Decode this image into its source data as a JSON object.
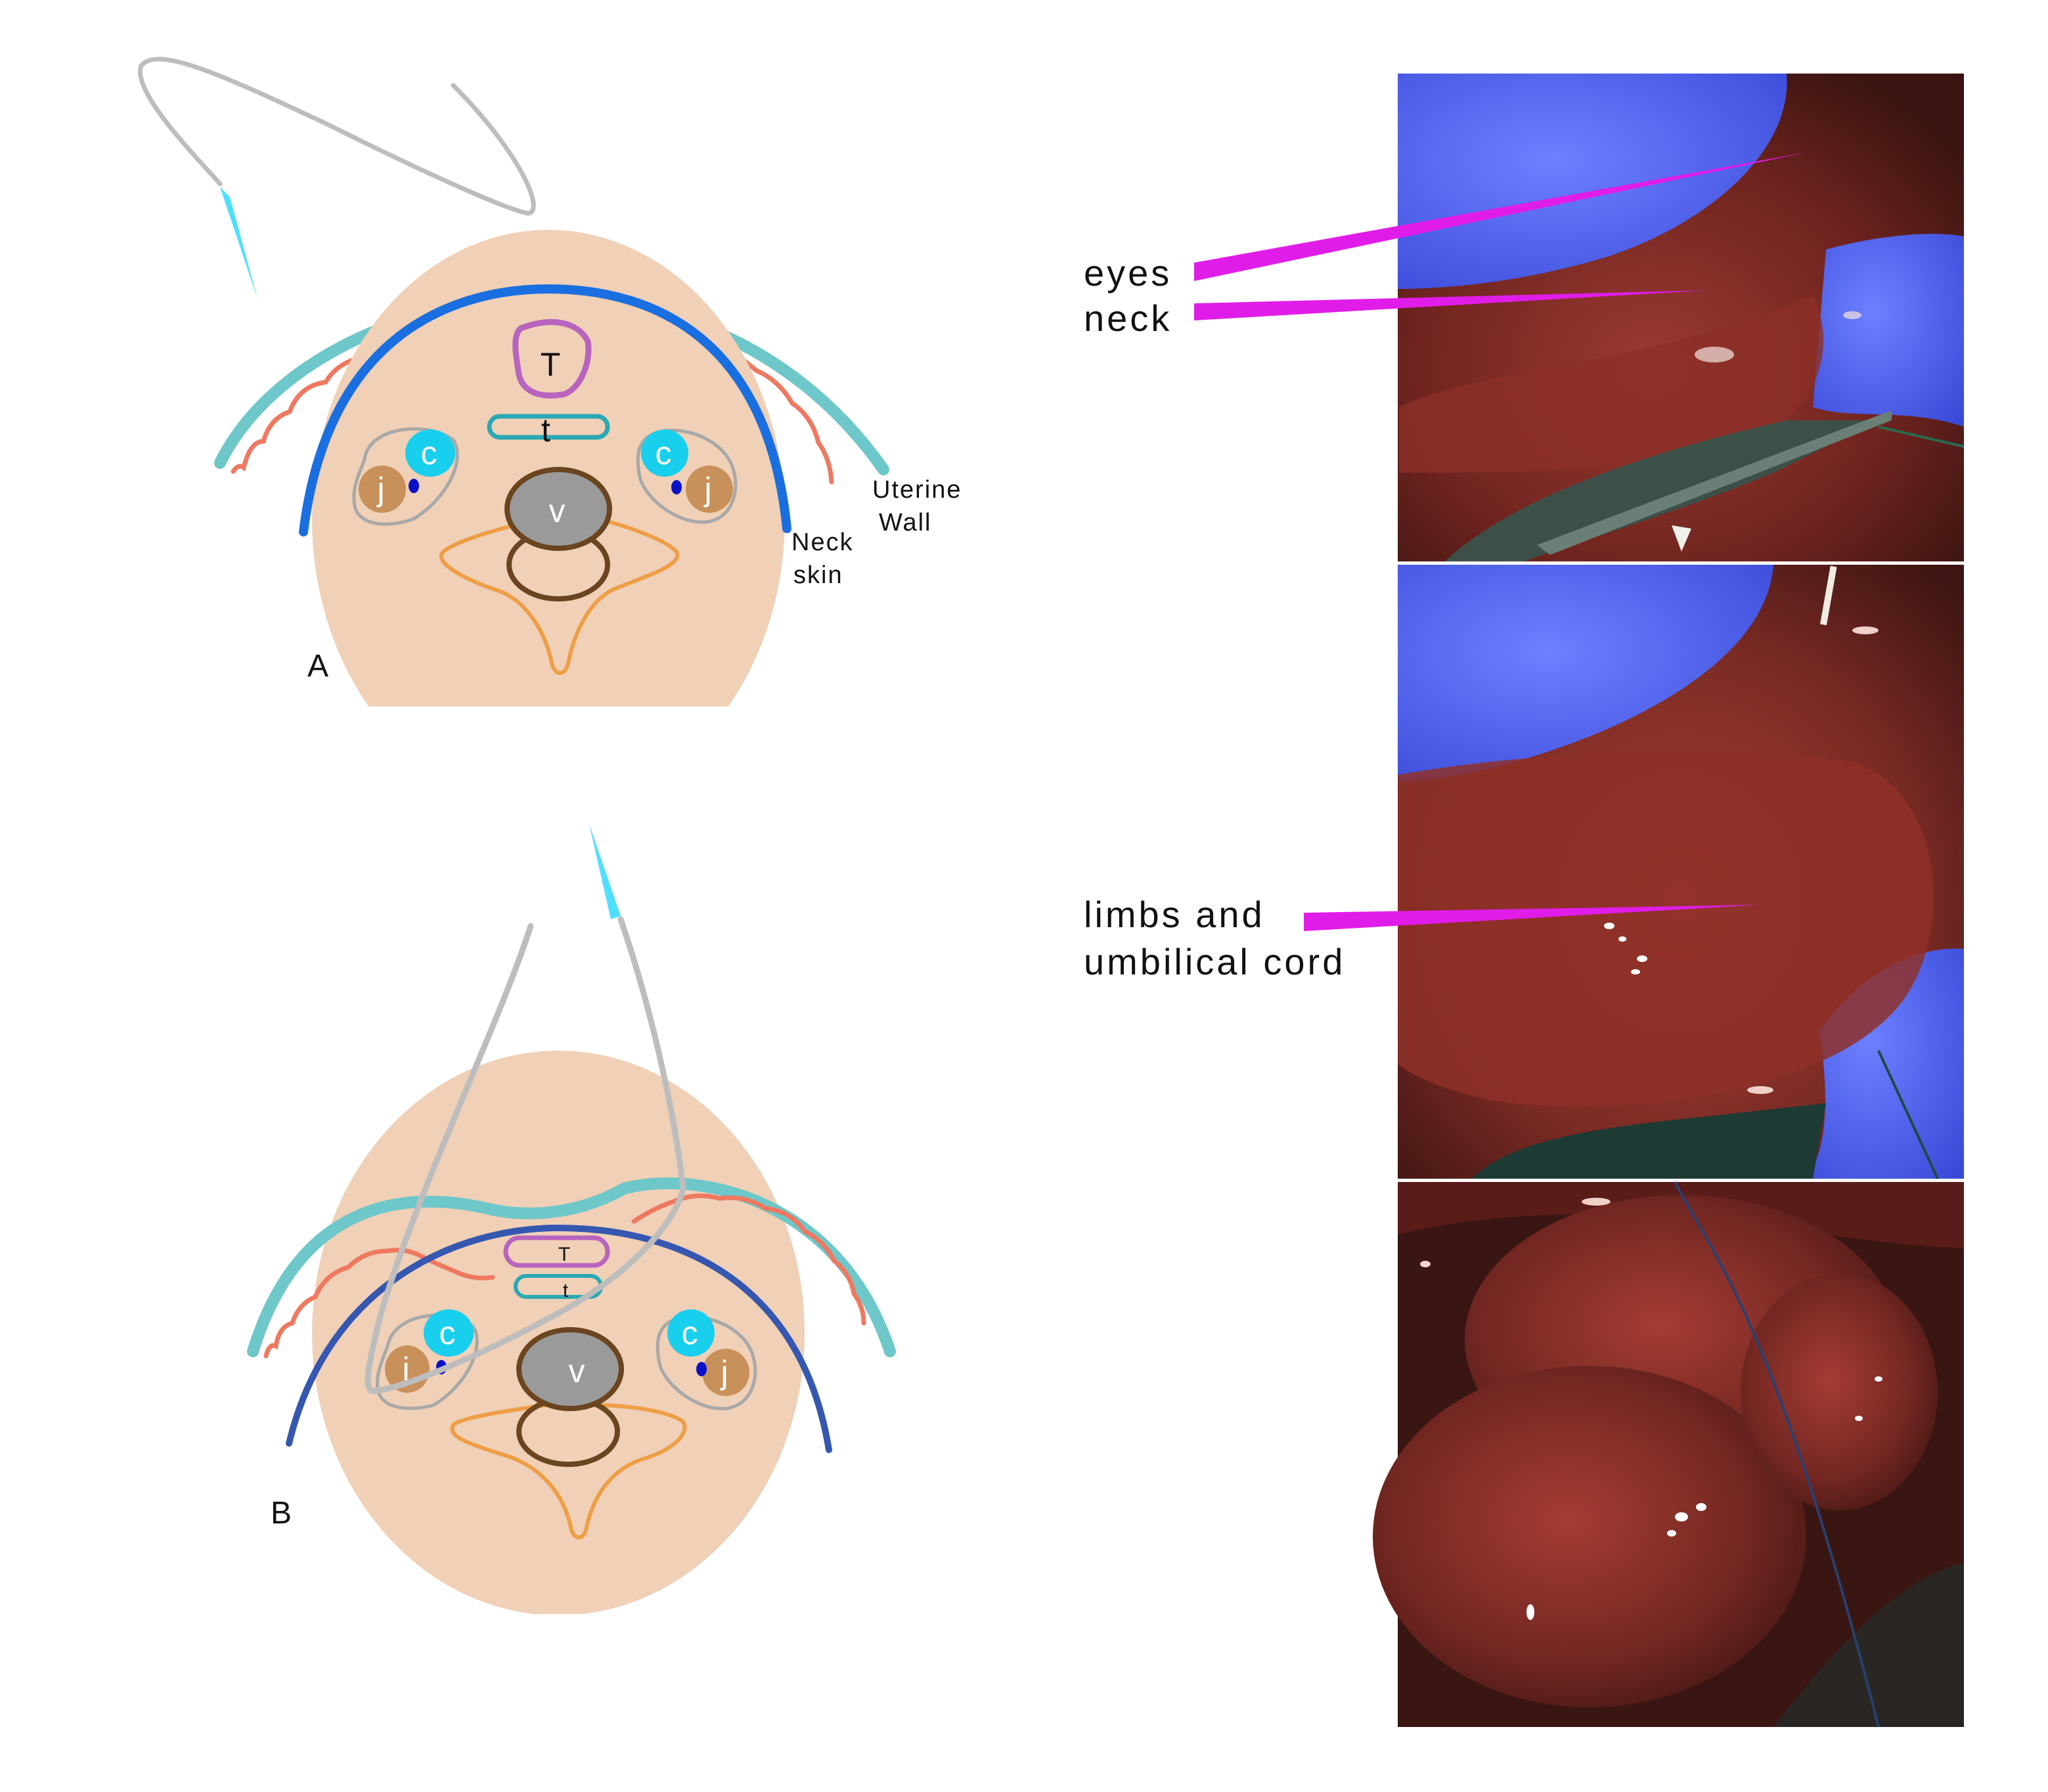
{
  "panels": {
    "a": {
      "letter": "A",
      "labels": {
        "trachea_large": "T",
        "trachea_small": "t",
        "carotid": "c",
        "jugular": "j",
        "vertebra": "v",
        "uterine_wall_line1": "Uterine",
        "uterine_wall_line2": "Wall",
        "neck_skin_line1": "Neck",
        "neck_skin_line2": "skin"
      }
    },
    "b": {
      "letter": "B",
      "labels": {
        "trachea_large": "T",
        "trachea_small": "t",
        "carotid": "c",
        "jugular": "j",
        "vertebra": "v"
      }
    }
  },
  "photo_annotations": {
    "eyes": "eyes",
    "neck": "neck",
    "limbs_line1": "limbs and",
    "limbs_line2": "umbilical cord"
  },
  "colors": {
    "uterine_wall": "#6ec7c9",
    "uterine_wall_inner": "#ef7860",
    "neck_skin_a": "#1a6fe0",
    "neck_skin_b": "#3557b0",
    "body": "#f0d0b6",
    "trachea_large": "#b864be",
    "trachea_small": "#2aa8b4",
    "carotid": "#19cfee",
    "jugular": "#c8905a",
    "vessel_dot": "#0a12c8",
    "vessel_outline": "#a8a8a8",
    "vertebra_fill": "#9a9a9a",
    "vertebra_outline": "#6a4520",
    "spinal_muscle": "#ee9e46",
    "suture": "#bdbdbd",
    "needle": "#4fe0ff",
    "annotation_pointer": "#e01de8",
    "glove_blue": "#5a6cf0",
    "tissue": "#7a2a24"
  }
}
